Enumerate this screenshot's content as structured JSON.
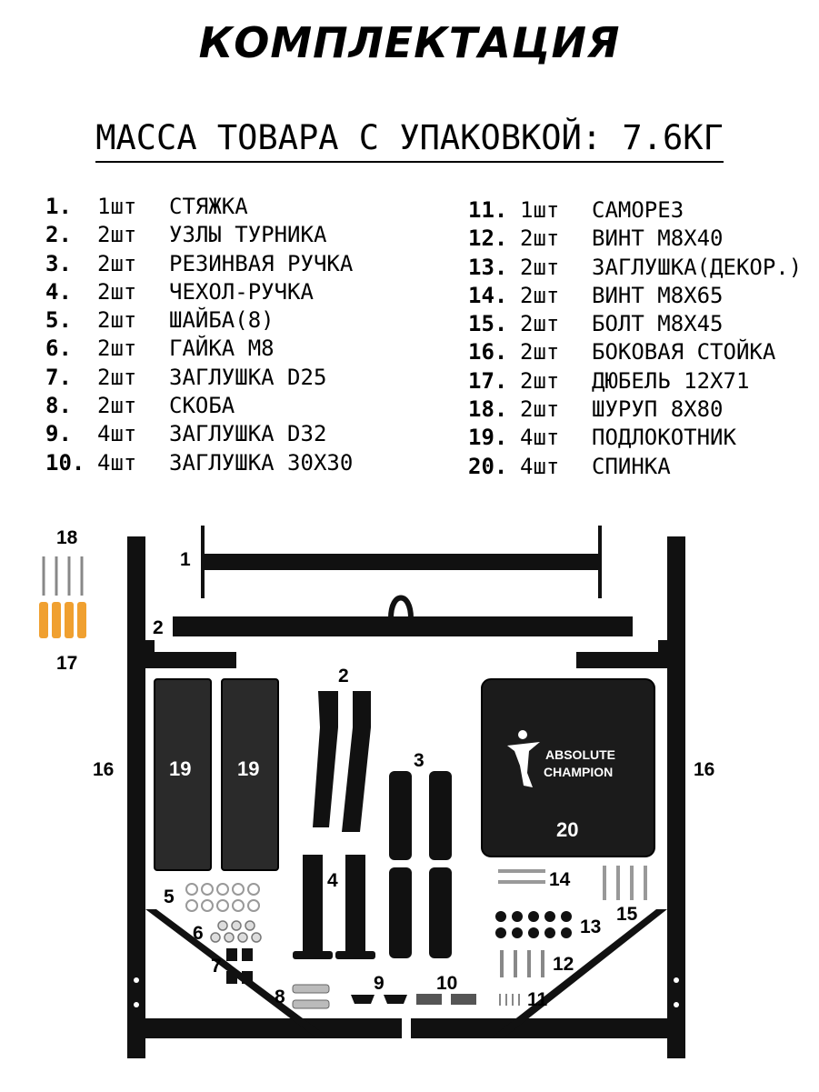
{
  "title": "КОМПЛЕКТАЦИЯ",
  "mass": "МАССА ТОВАРА С УПАКОВКОЙ: 7.6КГ",
  "items_left": [
    {
      "num": "1.",
      "qty": "1шт",
      "name": "СТЯЖКА"
    },
    {
      "num": "2.",
      "qty": "2шт",
      "name": "УЗЛЫ ТУРНИКА"
    },
    {
      "num": "3.",
      "qty": "2шт",
      "name": "РЕЗИНВАЯ РУЧКА"
    },
    {
      "num": "4.",
      "qty": "2шт",
      "name": "ЧЕХОЛ-РУЧКА"
    },
    {
      "num": "5.",
      "qty": "2шт",
      "name": "ШАЙБА(8)"
    },
    {
      "num": "6.",
      "qty": "2шт",
      "name": "ГАЙКА М8"
    },
    {
      "num": "7.",
      "qty": "2шт",
      "name": "ЗАГЛУШКА D25"
    },
    {
      "num": "8.",
      "qty": "2шт",
      "name": "СКОБА"
    },
    {
      "num": "9.",
      "qty": "4шт",
      "name": "ЗАГЛУШКА D32"
    },
    {
      "num": "10.",
      "qty": "4шт",
      "name": "ЗАГЛУШКА 30Х30"
    }
  ],
  "items_right": [
    {
      "num": "11.",
      "qty": "1шт",
      "name": "САМОРЕЗ"
    },
    {
      "num": "12.",
      "qty": "2шт",
      "name": "ВИНТ М8Х40"
    },
    {
      "num": "13.",
      "qty": "2шт",
      "name": "ЗАГЛУШКА(ДЕКОР.)"
    },
    {
      "num": "14.",
      "qty": "2шт",
      "name": "ВИНТ М8Х65"
    },
    {
      "num": "15.",
      "qty": "2шт",
      "name": "БОЛТ М8Х45"
    },
    {
      "num": "16.",
      "qty": "2шт",
      "name": "БОКОВАЯ СТОЙКА"
    },
    {
      "num": "17.",
      "qty": "2шт",
      "name": "ДЮБЕЛЬ 12Х71"
    },
    {
      "num": "18.",
      "qty": "2шт",
      "name": "ШУРУП 8Х80"
    },
    {
      "num": "19.",
      "qty": "4шт",
      "name": "ПОДЛОКОТНИК"
    },
    {
      "num": "20.",
      "qty": "4шт",
      "name": "СПИНКА"
    }
  ],
  "diagram_labels": {
    "l1": "1",
    "l2a": "2",
    "l2b": "2",
    "l3": "3",
    "l4": "4",
    "l5": "5",
    "l6": "6",
    "l7": "7",
    "l8": "8",
    "l9": "9",
    "l10": "10",
    "l11": "11",
    "l12": "12",
    "l13": "13",
    "l14": "14",
    "l15": "15",
    "l16a": "16",
    "l16b": "16",
    "l17": "17",
    "l18": "18",
    "l19a": "19",
    "l19b": "19",
    "l20": "20"
  },
  "logo": {
    "line1": "ABSOLUTE",
    "line2": "CHAMPION"
  }
}
